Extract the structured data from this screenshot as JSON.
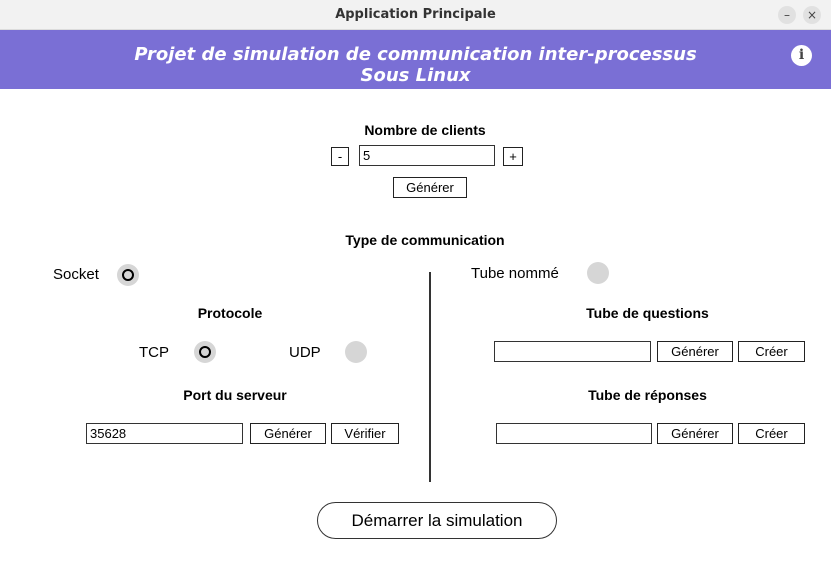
{
  "window": {
    "title": "Application Principale",
    "minimize_glyph": "–",
    "close_glyph": "×"
  },
  "banner": {
    "line1": "Projet de simulation de communication inter-processus",
    "line2": "Sous Linux",
    "info_icon": "info-icon",
    "color": "#7a6fd5"
  },
  "clients": {
    "heading": "Nombre  de clients",
    "decrement_label": "-",
    "value": "5",
    "increment_label": "+",
    "generate_label": "Générer"
  },
  "communication": {
    "heading": "Type de communication",
    "socket_label": "Socket",
    "socket_selected": true,
    "pipe_label": "Tube nommé",
    "pipe_selected": false
  },
  "socket_panel": {
    "protocol_heading": "Protocole",
    "tcp_label": "TCP",
    "tcp_selected": true,
    "udp_label": "UDP",
    "udp_selected": false,
    "port_heading": "Port du serveur",
    "port_value": "35628",
    "generate_label": "Générer",
    "verify_label": "Vérifier"
  },
  "pipe_panel": {
    "questions_heading": "Tube de questions",
    "questions_value": "",
    "questions_generate_label": "Générer",
    "questions_create_label": "Créer",
    "answers_heading": "Tube de réponses",
    "answers_value": "",
    "answers_generate_label": "Générer",
    "answers_create_label": "Créer"
  },
  "start_button_label": "Démarrer la simulation"
}
